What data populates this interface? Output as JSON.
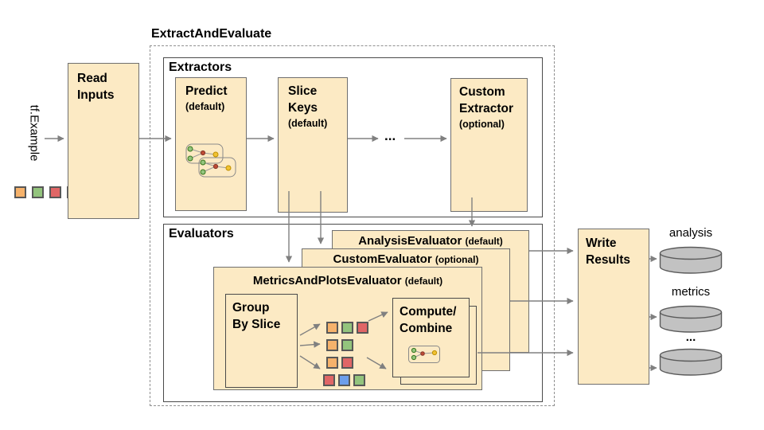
{
  "diagram": {
    "title": "ExtractAndEvaluate",
    "input_label": "tf.Example",
    "extractors_label": "Extractors",
    "evaluators_label": "Evaluators",
    "extractor_ellipsis": "...",
    "output_ellipsis": "..."
  },
  "nodes": {
    "read_inputs": {
      "line1": "Read",
      "line2": "Inputs"
    },
    "predict": {
      "name": "Predict",
      "qualifier": "(default)"
    },
    "slice_keys": {
      "line1": "Slice",
      "line2": "Keys",
      "qualifier": "(default)"
    },
    "custom_extractor": {
      "line1": "Custom",
      "line2": "Extractor",
      "qualifier": "(optional)"
    },
    "analysis_evaluator": {
      "name": "AnalysisEvaluator",
      "qualifier": "(default)"
    },
    "custom_evaluator": {
      "name": "CustomEvaluator",
      "qualifier": "(optional)"
    },
    "metrics_evaluator": {
      "name": "MetricsAndPlotsEvaluator",
      "qualifier": "(default)"
    },
    "group_by_slice": {
      "line1": "Group",
      "line2": "By Slice"
    },
    "compute_combine": {
      "line1": "Compute/",
      "line2": "Combine"
    },
    "write_results": {
      "line1": "Write",
      "line2": "Results"
    }
  },
  "outputs": {
    "stores": [
      {
        "label": "analysis"
      },
      {
        "label": "metrics"
      },
      {
        "label": "..."
      }
    ]
  },
  "input_squares": [
    "orange",
    "green",
    "red",
    "blue"
  ],
  "slice_groups": {
    "row1": [
      "orange",
      "green",
      "red"
    ],
    "row2": [
      "orange",
      "green"
    ],
    "row3": [
      "orange",
      "red"
    ],
    "row4": [
      "red",
      "blue",
      "green"
    ]
  },
  "palette": {
    "orange": "#F6B26B",
    "green": "#93C47D",
    "red": "#E06666",
    "blue": "#6D9EEB"
  },
  "colors": {
    "box_fill": "#FCEAC4",
    "box_border": "#6F6F6F",
    "arrow": "#808080",
    "cylinder_fill": "#C2C2C2",
    "cylinder_stroke": "#5B5B5B",
    "node_green": "#93C47D",
    "node_red": "#BE4B35",
    "node_yellow": "#F1C232"
  }
}
